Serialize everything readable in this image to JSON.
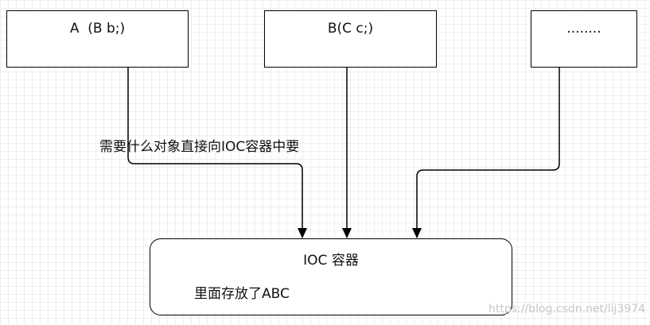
{
  "nodes": {
    "a": "A  (B b;)",
    "b": "B(C c;)",
    "c": "........"
  },
  "ioc": {
    "title": "IOC 容器",
    "content": "里面存放了ABC"
  },
  "annotation": "需要什么对象直接向IOC容器中要",
  "watermark": "https://blog.csdn.net/lij3974",
  "colors": {
    "line": "#000000",
    "grid": "#eeeeee",
    "background": "#ffffff"
  }
}
